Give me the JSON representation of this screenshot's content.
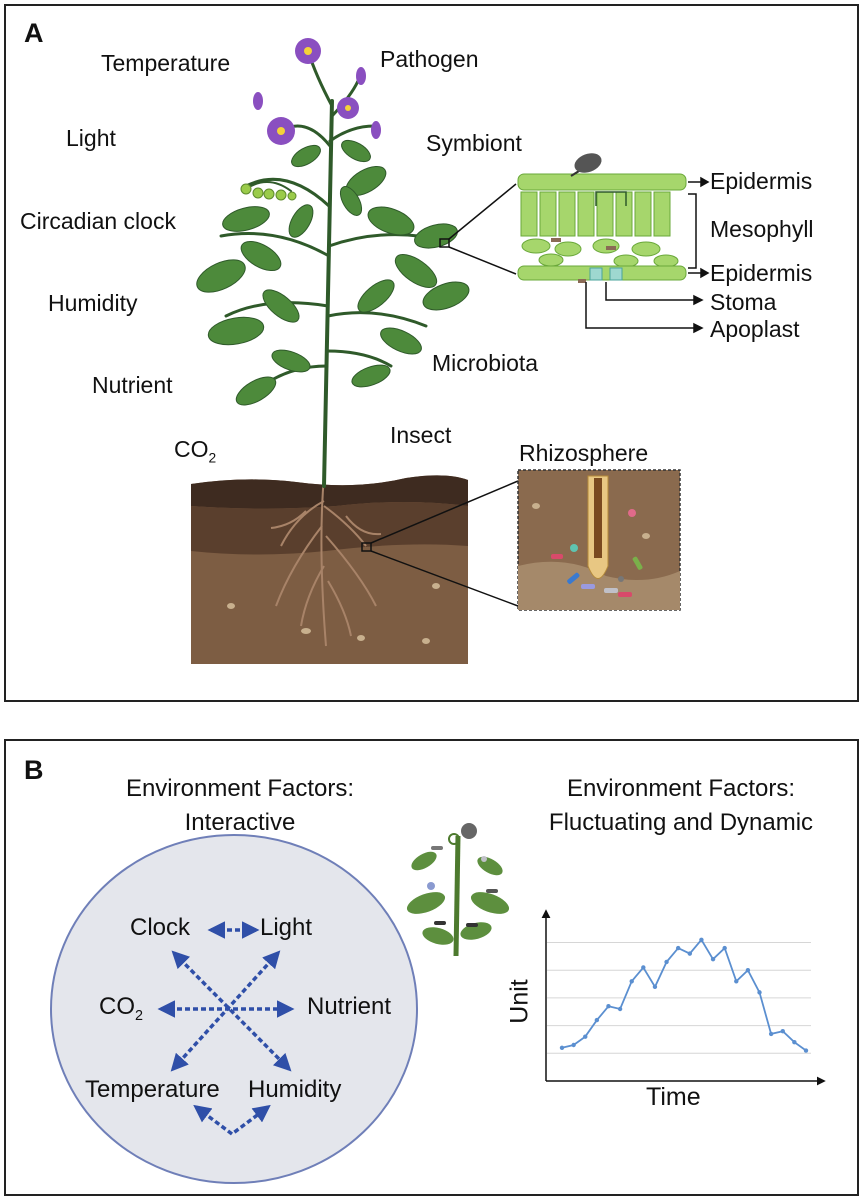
{
  "panel_a": {
    "letter": "A",
    "factors": {
      "temperature": "Temperature",
      "light": "Light",
      "circadian_clock": "Circadian clock",
      "humidity": "Humidity",
      "nutrient": "Nutrient",
      "co2_main": "CO",
      "co2_sub": "2",
      "pathogen": "Pathogen",
      "symbiont": "Symbiont",
      "microbiota": "Microbiota",
      "insect": "Insect"
    },
    "leaf_section": {
      "epidermis_top": "Epidermis",
      "mesophyll": "Mesophyll",
      "epidermis_bottom": "Epidermis",
      "stoma": "Stoma",
      "apoplast": "Apoplast"
    },
    "rhizosphere": "Rhizosphere"
  },
  "panel_b": {
    "letter": "B",
    "left_title_1": "Environment Factors:",
    "left_title_2": "Interactive",
    "right_title_1": "Environment Factors:",
    "right_title_2": "Fluctuating and Dynamic",
    "network": {
      "clock": "Clock",
      "light": "Light",
      "co2_main": "CO",
      "co2_sub": "2",
      "nutrient": "Nutrient",
      "temperature": "Temperature",
      "humidity": "Humidity"
    },
    "arrow_color": "#2f4fa8",
    "ellipse_fill": "#e4e6ec",
    "ellipse_stroke": "#6f7fb8"
  },
  "chart_data": {
    "type": "line",
    "xlabel": "Time",
    "ylabel": "Unit",
    "color": "#5b8fd0",
    "values": [
      1.2,
      1.3,
      1.6,
      2.2,
      2.7,
      2.6,
      3.6,
      4.1,
      3.4,
      4.3,
      4.8,
      4.6,
      5.1,
      4.4,
      4.8,
      3.6,
      4.0,
      3.2,
      1.7,
      1.8,
      1.4,
      1.1
    ],
    "ylim": [
      0,
      6.5
    ],
    "grid": true
  }
}
